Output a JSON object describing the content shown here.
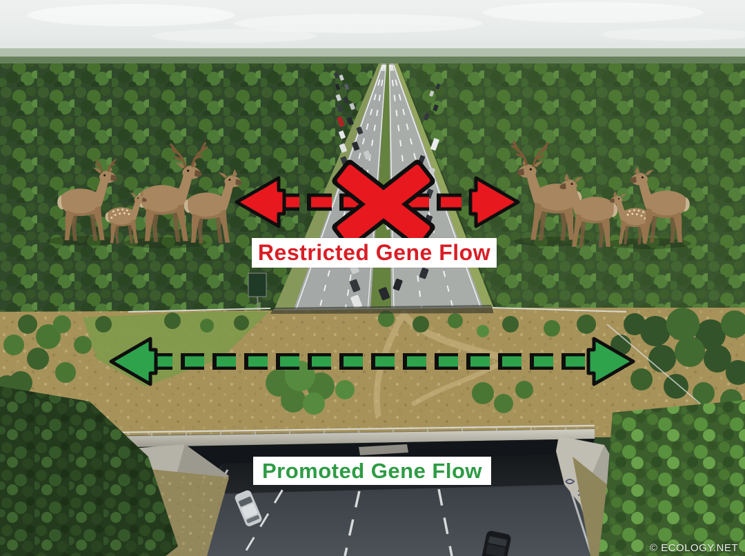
{
  "labels": {
    "restricted": "Restricted Gene Flow",
    "promoted": "Promoted Gene Flow"
  },
  "watermark": "© ECOLOGY.NET",
  "icons": {
    "restricted_arrow": "red-dashed-double-arrow-icon",
    "blocked_marker": "red-x-icon",
    "promoted_arrow": "green-dashed-double-arrow-icon"
  },
  "colors": {
    "red": "#e8181f",
    "green": "#2ea34c",
    "text-red": "#d91e26",
    "text-green": "#2e9b44",
    "outline": "#0e0e0e",
    "label-bg": "#ffffff",
    "watermark": "#eef0ef"
  }
}
